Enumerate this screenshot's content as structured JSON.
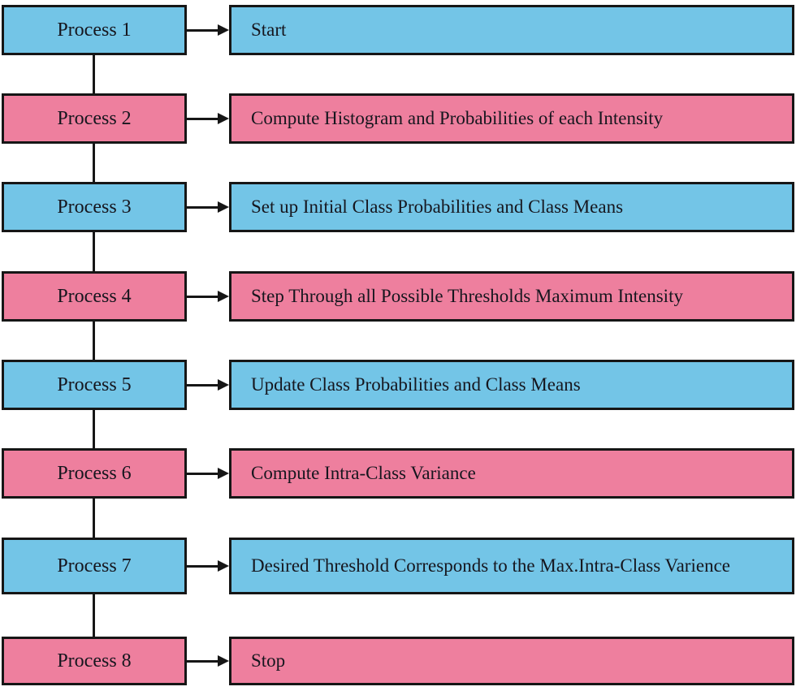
{
  "colors": {
    "blue": "#73c5e7",
    "pink": "#ee7f9e",
    "border": "#161616",
    "line": "#161616",
    "text": "#16161e",
    "background": "#ffffff"
  },
  "rows": [
    {
      "process": "Process 1",
      "description": "Start",
      "color": "blue"
    },
    {
      "process": "Process 2",
      "description": "Compute Histogram and Probabilities of each Intensity",
      "color": "pink"
    },
    {
      "process": "Process 3",
      "description": "Set up Initial Class Probabilities and Class Means",
      "color": "blue"
    },
    {
      "process": "Process 4",
      "description": "Step Through all Possible Thresholds Maximum Intensity",
      "color": "pink"
    },
    {
      "process": "Process 5",
      "description": "Update Class Probabilities and Class Means",
      "color": "blue"
    },
    {
      "process": "Process 6",
      "description": "Compute Intra-Class Variance",
      "color": "pink"
    },
    {
      "process": "Process 7",
      "description": "Desired Threshold Corresponds to the Max.Intra-Class Varience",
      "color": "blue"
    },
    {
      "process": "Process 8",
      "description": "Stop",
      "color": "pink"
    }
  ]
}
